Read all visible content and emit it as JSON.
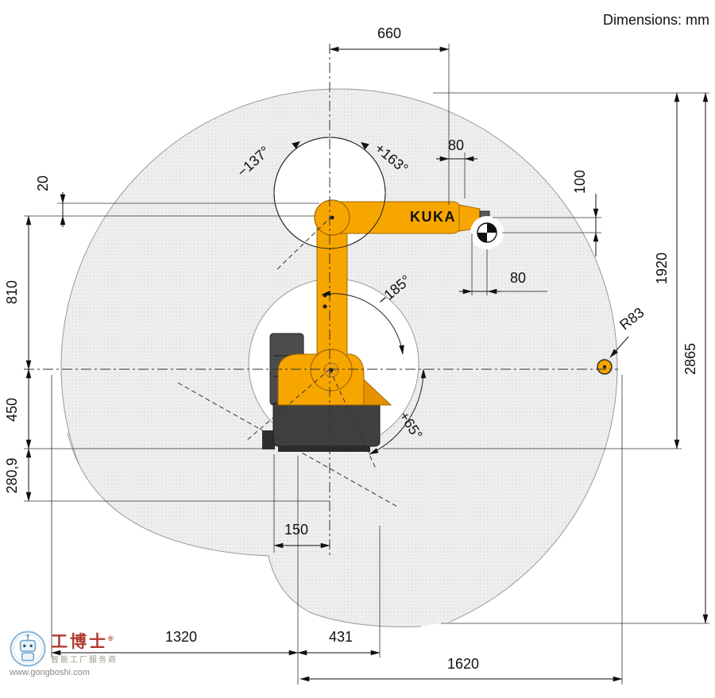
{
  "header": {
    "units_label": "Dimensions: mm"
  },
  "robot": {
    "brand": "KUKA"
  },
  "dims": {
    "d660": "660",
    "d80_top": "80",
    "d100": "100",
    "d20": "20",
    "d810": "810",
    "d450": "450",
    "d280_9": "280,9",
    "d80_mid": "80",
    "d150": "150",
    "d1320": "1320",
    "d431": "431",
    "d1620": "1620",
    "d1920": "1920",
    "d2865": "2865",
    "r83": "R83"
  },
  "angles": {
    "a137": "−137°",
    "a163": "+163°",
    "a185": "−185°",
    "a65": "+65°"
  },
  "watermark": {
    "title": "工博士",
    "reg": "®",
    "slogan": "智能工厂服务商",
    "url": "www.gongboshi.com"
  }
}
